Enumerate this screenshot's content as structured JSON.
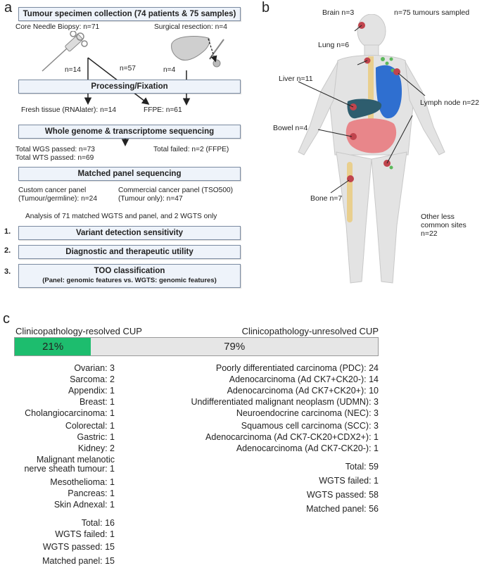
{
  "panel_a": {
    "letter": "a",
    "collection_title": "Tumour specimen collection (74 patients & 75 samples)",
    "core_biopsy": "Core Needle Biopsy: n=71",
    "surgical_resection": "Surgical resection: n=4",
    "arrow_n14": "n=14",
    "arrow_n57": "n=57",
    "arrow_n4": "n=4",
    "processing_title": "Processing/Fixation",
    "fresh_tissue": "Fresh tissue (RNAlater): n=14",
    "ffpe": "FFPE: n=61",
    "wgts_title": "Whole genome & transcriptome sequencing",
    "wgs_passed": "Total WGS passed: n=73",
    "wts_passed": "Total WTS passed: n=69",
    "total_failed": "Total failed: n=2 (FFPE)",
    "panel_seq_title": "Matched panel sequencing",
    "custom_panel_line1": "Custom cancer panel",
    "custom_panel_line2": "(Tumour/germline): n=24",
    "commercial_panel_line1": "Commercial cancer panel (TSO500)",
    "commercial_panel_line2": "(Tumour only): n=47",
    "analysis_text": "Analysis of 71 matched WGTS and panel, and 2 WGTS only",
    "step1_num": "1.",
    "step1": "Variant detection sensitivity",
    "step2_num": "2.",
    "step2": "Diagnostic and therapeutic utility",
    "step3_num": "3.",
    "step3_line1": "TOO classification",
    "step3_line2": "(Panel: genomic features vs. WGTS: genomic features)"
  },
  "panel_b": {
    "letter": "b",
    "tumours_sampled": "n=75 tumours sampled",
    "brain": "Brain n=3",
    "lung": "Lung n=6",
    "liver": "Liver n=11",
    "lymph": "Lymph node n=22",
    "bowel": "Bowel n=4",
    "bone": "Bone n=7",
    "other_line1": "Other less",
    "other_line2": "common sites",
    "other_line3": "n=22",
    "colors": {
      "body": "#e3e3e3",
      "lung": "#2f6fd0",
      "liver": "#2e5d6e",
      "bowel": "#e8868a",
      "spine": "#e9cf8e",
      "tumour": "#c0444d",
      "node": "#5cb85c"
    }
  },
  "panel_c": {
    "letter": "c",
    "resolved_title": "Clinicopathology-resolved CUP",
    "unresolved_title": "Clinicopathology-unresolved CUP",
    "resolved_pct": "21%",
    "unresolved_pct": "79%",
    "resolved_fraction": 0.21,
    "colors": {
      "resolved": "#1dbd6e",
      "unresolved": "#e6e6e6"
    },
    "resolved_items": [
      "Ovarian: 3",
      "Sarcoma: 2",
      "Appendix: 1",
      "Breast: 1",
      "Cholangiocarcinoma: 1",
      "Colorectal: 1",
      "Gastric: 1",
      "Kidney: 2",
      "Malignant melanotic",
      "nerve sheath tumour: 1",
      "Mesothelioma: 1",
      "Pancreas: 1",
      "Skin Adnexal: 1",
      "Total: 16",
      "WGTS failed: 1",
      "WGTS passed: 15",
      "Matched panel: 15"
    ],
    "unresolved_items": [
      "Poorly differentiated carcinoma (PDC): 24",
      "Adenocarcinoma (Ad CK7+CK20-): 14",
      "Adenocarcinoma (Ad CK7+CK20+): 10",
      "Undifferentiated malignant neoplasm (UDMN): 3",
      "Neuroendocrine carcinoma (NEC): 3",
      "Squamous cell carcinoma (SCC): 3",
      "Adenocarcinoma (Ad CK7-CK20+CDX2+): 1",
      "Adenocarcinoma (Ad CK7-CK20-): 1",
      "Total: 59",
      "WGTS failed: 1",
      "WGTS passed: 58",
      "Matched panel: 56"
    ]
  }
}
